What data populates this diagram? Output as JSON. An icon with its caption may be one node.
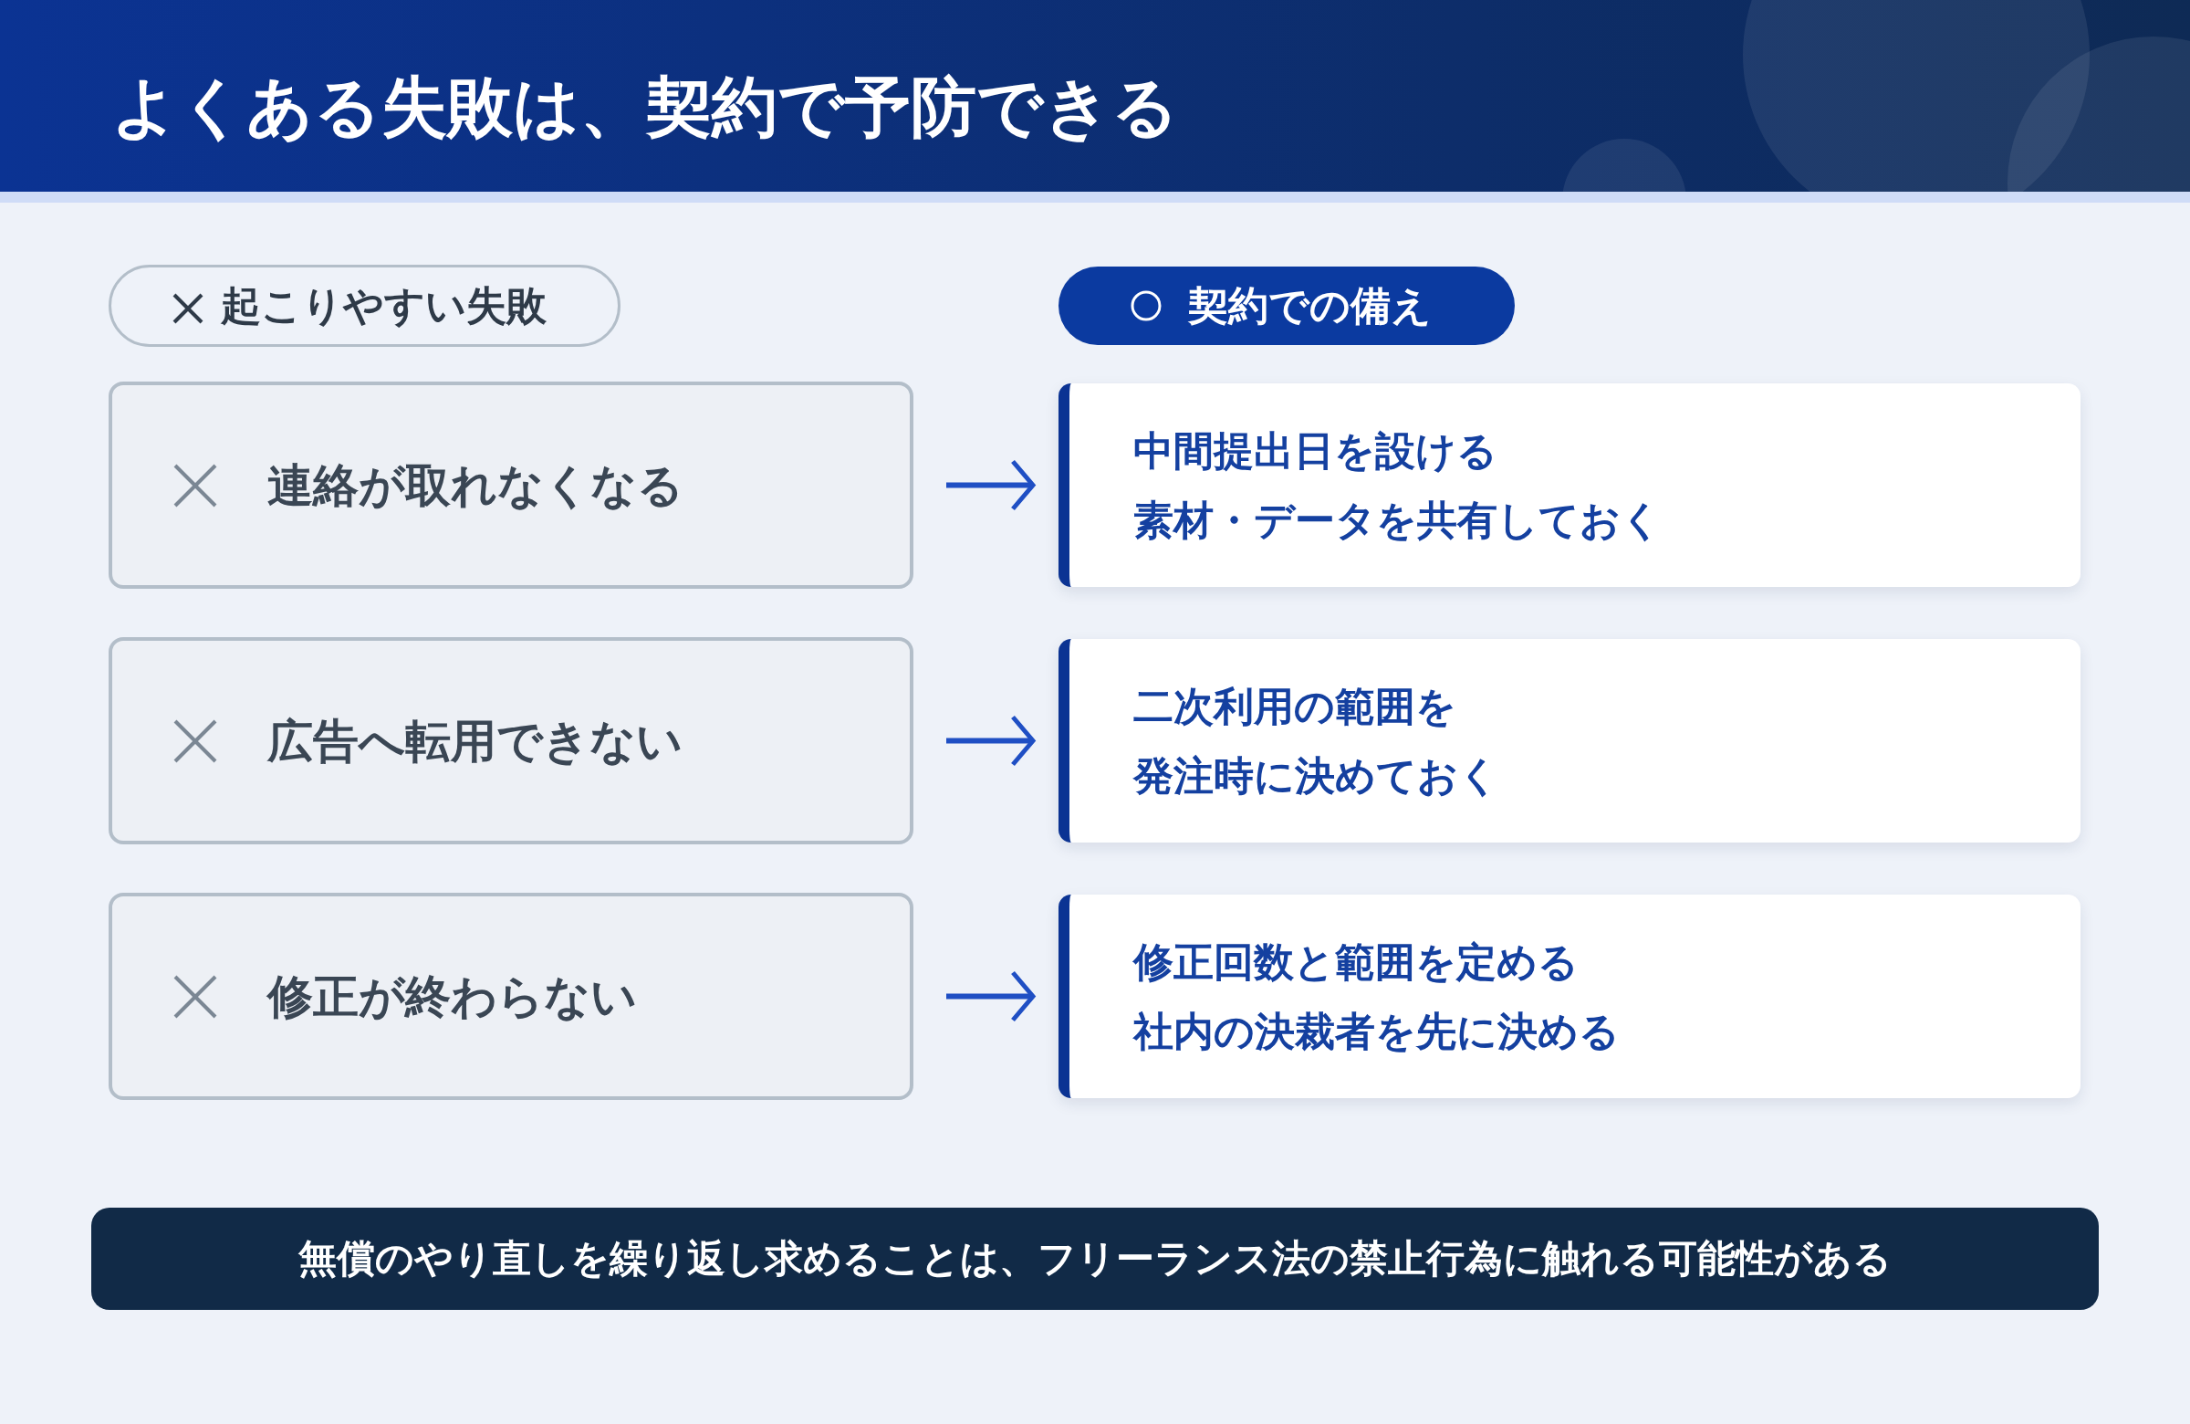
{
  "diagram": {
    "title": "よくある失敗は、契約で予防できる",
    "nodes": [
      {
        "text": [
          "起こりやすい失敗"
        ]
      },
      {
        "text": [
          "契約での備え"
        ]
      },
      {
        "text": [
          "連絡が取れなくなる"
        ]
      },
      {
        "text": [
          "中間提出日を設ける",
          "素材・データを共有しておく"
        ]
      },
      {
        "text": [
          "広告へ転用できない"
        ]
      },
      {
        "text": [
          "二次利用の範囲を",
          "発注時に決めておく"
        ]
      },
      {
        "text": [
          "修正が終わらない"
        ]
      },
      {
        "text": [
          "修正回数と範囲を定める",
          "社内の決裁者を先に決める"
        ]
      },
      {
        "text": [
          "無償のやり直しを繰り返し求めることは、フリーランス法の禁止行為に触れる可能性がある"
        ]
      }
    ],
    "edges": [
      {
        "from": 2,
        "to": 3,
        "arrow": "to"
      },
      {
        "from": 4,
        "to": 5,
        "arrow": "to"
      },
      {
        "from": 6,
        "to": 7,
        "arrow": "to"
      }
    ]
  }
}
